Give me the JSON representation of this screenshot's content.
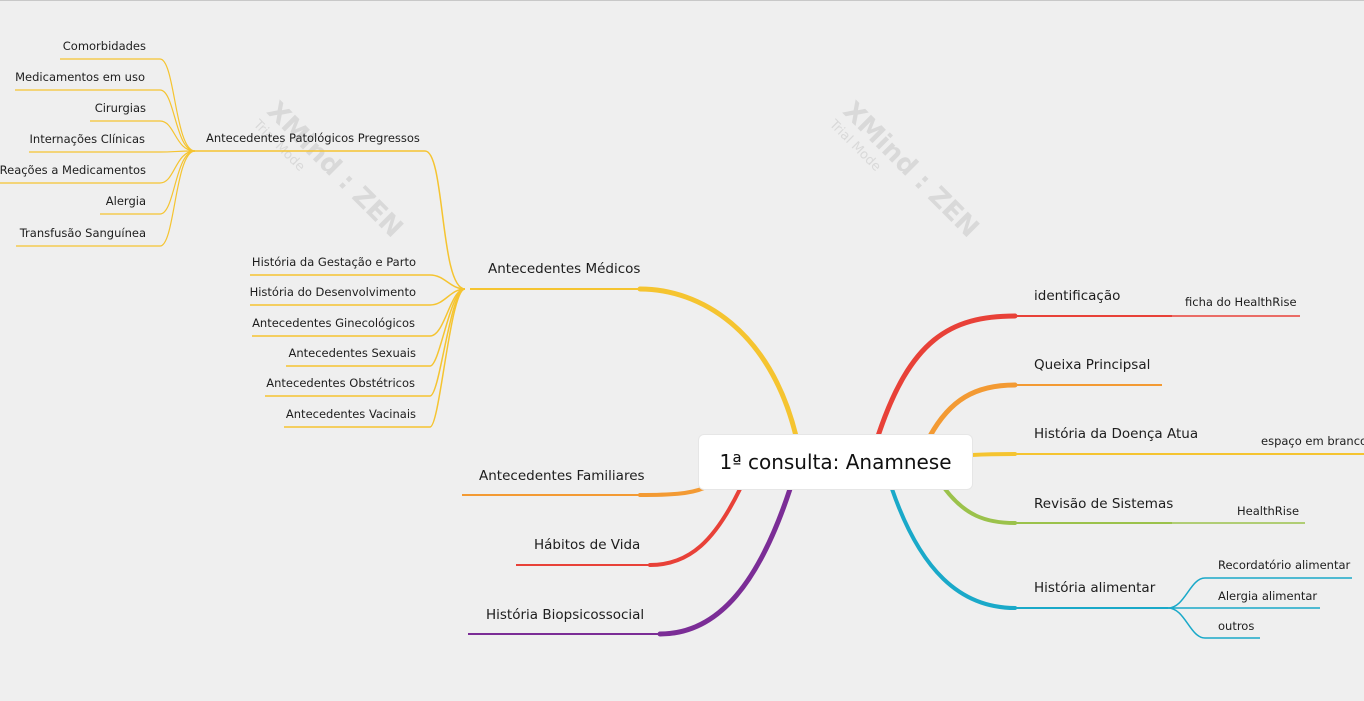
{
  "watermark": {
    "brand": "XMind : ZEN",
    "mode": "Trial Mode"
  },
  "central": {
    "label": "1ª consulta: Anamnese"
  },
  "right": [
    {
      "label": "identificação",
      "color": "#e84138",
      "children": [
        "ficha do HealthRise"
      ]
    },
    {
      "label": "Queixa Principsal",
      "color": "#f39a33",
      "children": []
    },
    {
      "label": "História da Doença Atua",
      "color": "#f5c430",
      "children": [
        "espaço em branco"
      ]
    },
    {
      "label": "Revisão de Sistemas",
      "color": "#9bc24b",
      "children": [
        "HealthRise"
      ]
    },
    {
      "label": "História alimentar",
      "color": "#1aa9c9",
      "children": [
        "Recordatório alimentar",
        "Alergia alimentar",
        "outros"
      ]
    }
  ],
  "left": [
    {
      "label": "Antecedentes Médicos",
      "color": "#f5c430",
      "children": [
        {
          "label": "Antecedentes Patológicos Pregressos",
          "children": [
            "Comorbidades",
            "Medicamentos em uso",
            "Cirurgias",
            "Internações Clínicas",
            "Reações a Medicamentos",
            "Alergia",
            "Transfusão Sanguínea"
          ]
        },
        {
          "label": "História da Gestação e Parto"
        },
        {
          "label": "História do Desenvolvimento"
        },
        {
          "label": "Antecedentes Ginecológicos"
        },
        {
          "label": "Antecedentes Sexuais"
        },
        {
          "label": "Antecedentes Obstétricos"
        },
        {
          "label": "Antecedentes Vacinais"
        }
      ]
    },
    {
      "label": "Antecedentes Familiares",
      "color": "#f39a33",
      "children": []
    },
    {
      "label": "Hábitos de Vida",
      "color": "#e84138",
      "children": []
    },
    {
      "label": "História Biopsicossocial",
      "color": "#7b2d96",
      "children": []
    }
  ]
}
